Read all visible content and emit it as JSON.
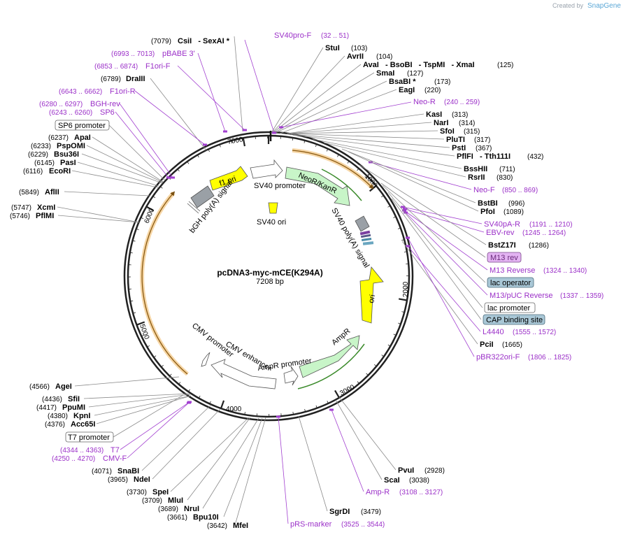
{
  "brand": {
    "created_by": "Created by",
    "product": "SnapGene"
  },
  "plasmid": {
    "name": "pcDNA3-myc-mCE(K294A)",
    "length_label": "7208 bp"
  },
  "ticks": [
    "1000",
    "2000",
    "3000",
    "4000",
    "5000",
    "6000",
    "7000"
  ],
  "right_labels": [
    {
      "name": "StuI",
      "pos": "(103)",
      "kind": "enzyme"
    },
    {
      "name": "AvrII",
      "pos": "(104)",
      "kind": "enzyme"
    },
    {
      "name": "AvaI   - BsoBI   - TspMI   - XmaI",
      "pos": "(125)",
      "kind": "enzyme"
    },
    {
      "name": "SmaI",
      "pos": "(127)",
      "kind": "enzyme"
    },
    {
      "name": "BsaBI *",
      "pos": "(173)",
      "kind": "enzyme"
    },
    {
      "name": "EagI",
      "pos": "(220)",
      "kind": "enzyme"
    },
    {
      "name": "Neo-R",
      "pos": "(240 .. 259)",
      "kind": "primer"
    },
    {
      "name": "KasI",
      "pos": "(313)",
      "kind": "enzyme"
    },
    {
      "name": "NarI",
      "pos": "(314)",
      "kind": "enzyme"
    },
    {
      "name": "SfoI",
      "pos": "(315)",
      "kind": "enzyme"
    },
    {
      "name": "PluTI",
      "pos": "(317)",
      "kind": "enzyme"
    },
    {
      "name": "PstI",
      "pos": "(367)",
      "kind": "enzyme"
    },
    {
      "name": "PflFI   - Tth111I",
      "pos": "(432)",
      "kind": "enzyme"
    },
    {
      "name": "BssHII",
      "pos": "(711)",
      "kind": "enzyme"
    },
    {
      "name": "RsrII",
      "pos": "(830)",
      "kind": "enzyme"
    },
    {
      "name": "Neo-F",
      "pos": "(850 .. 869)",
      "kind": "primer"
    },
    {
      "name": "BstBI",
      "pos": "(996)",
      "kind": "enzyme"
    },
    {
      "name": "PfoI",
      "pos": "(1089)",
      "kind": "enzyme"
    },
    {
      "name": "SV40pA-R",
      "pos": "(1191 .. 1210)",
      "kind": "primer"
    },
    {
      "name": "EBV-rev",
      "pos": "(1245 .. 1264)",
      "kind": "primer"
    },
    {
      "name": "BstZ17I",
      "pos": "(1286)",
      "kind": "enzyme"
    },
    {
      "name": "M13 rev",
      "pos": "",
      "kind": "primer-box"
    },
    {
      "name": "M13 Reverse",
      "pos": "(1324 .. 1340)",
      "kind": "primer"
    },
    {
      "name": "lac operator",
      "pos": "",
      "kind": "feature-box"
    },
    {
      "name": "M13/pUC Reverse",
      "pos": "(1337 .. 1359)",
      "kind": "primer"
    },
    {
      "name": "lac promoter",
      "pos": "",
      "kind": "white-box"
    },
    {
      "name": "CAP binding site",
      "pos": "",
      "kind": "feature-box"
    },
    {
      "name": "L4440",
      "pos": "(1555 .. 1572)",
      "kind": "primer"
    },
    {
      "name": "PciI",
      "pos": "(1665)",
      "kind": "enzyme"
    },
    {
      "name": "pBR322ori-F",
      "pos": "(1806 .. 1825)",
      "kind": "primer"
    },
    {
      "name": "PvuI",
      "pos": "(2928)",
      "kind": "enzyme"
    },
    {
      "name": "ScaI",
      "pos": "(3038)",
      "kind": "enzyme"
    },
    {
      "name": "Amp-R",
      "pos": "(3108 .. 3127)",
      "kind": "primer"
    },
    {
      "name": "SgrDI",
      "pos": "(3479)",
      "kind": "enzyme"
    },
    {
      "name": "pRS-marker",
      "pos": "(3525 .. 3544)",
      "kind": "primer"
    }
  ],
  "left_labels": [
    {
      "name": "SV40pro-F",
      "pos": "(32 .. 51)",
      "kind": "primer"
    },
    {
      "name": "CsiI   - SexAI *",
      "pos": "(7079)",
      "kind": "enzyme"
    },
    {
      "name": "pBABE 3'",
      "pos": "(6993 .. 7013)",
      "kind": "primer"
    },
    {
      "name": "F1ori-F",
      "pos": "(6853 .. 6874)",
      "kind": "primer"
    },
    {
      "name": "DraIII",
      "pos": "(6789)",
      "kind": "enzyme"
    },
    {
      "name": "F1ori-R",
      "pos": "(6643 .. 6662)",
      "kind": "primer"
    },
    {
      "name": "BGH-rev",
      "pos": "(6280 .. 6297)",
      "kind": "primer"
    },
    {
      "name": "SP6",
      "pos": "(6243 .. 6260)",
      "kind": "primer"
    },
    {
      "name": "SP6 promoter",
      "pos": "",
      "kind": "white-box"
    },
    {
      "name": "ApaI",
      "pos": "(6237)",
      "kind": "enzyme"
    },
    {
      "name": "PspOMI",
      "pos": "(6233)",
      "kind": "enzyme"
    },
    {
      "name": "Bsu36I",
      "pos": "(6229)",
      "kind": "enzyme"
    },
    {
      "name": "PasI",
      "pos": "(6145)",
      "kind": "enzyme"
    },
    {
      "name": "EcoRI",
      "pos": "(6116)",
      "kind": "enzyme"
    },
    {
      "name": "AflII",
      "pos": "(5849)",
      "kind": "enzyme"
    },
    {
      "name": "XcmI",
      "pos": "(5747)",
      "kind": "enzyme"
    },
    {
      "name": "PflMI",
      "pos": "(5746)",
      "kind": "enzyme"
    },
    {
      "name": "AgeI",
      "pos": "(4566)",
      "kind": "enzyme"
    },
    {
      "name": "SfiI",
      "pos": "(4436)",
      "kind": "enzyme"
    },
    {
      "name": "PpuMI",
      "pos": "(4417)",
      "kind": "enzyme"
    },
    {
      "name": "KpnI",
      "pos": "(4380)",
      "kind": "enzyme"
    },
    {
      "name": "Acc65I",
      "pos": "(4376)",
      "kind": "enzyme"
    },
    {
      "name": "T7 promoter",
      "pos": "",
      "kind": "white-box"
    },
    {
      "name": "T7",
      "pos": "(4344 .. 4363)",
      "kind": "primer"
    },
    {
      "name": "CMV-F",
      "pos": "(4250 .. 4270)",
      "kind": "primer"
    },
    {
      "name": "SnaBI",
      "pos": "(4071)",
      "kind": "enzyme"
    },
    {
      "name": "NdeI",
      "pos": "(3965)",
      "kind": "enzyme"
    },
    {
      "name": "SpeI",
      "pos": "(3730)",
      "kind": "enzyme"
    },
    {
      "name": "MluI",
      "pos": "(3709)",
      "kind": "enzyme"
    },
    {
      "name": "NruI",
      "pos": "(3689)",
      "kind": "enzyme"
    },
    {
      "name": "Bpu10I",
      "pos": "(3661)",
      "kind": "enzyme"
    },
    {
      "name": "MfeI",
      "pos": "(3642)",
      "kind": "enzyme"
    }
  ],
  "features": {
    "f1_ori": "f1 ori",
    "sv40_promoter": "SV40 promoter",
    "neor_kanr": "NeoR/KanR",
    "bgh_polya": "bGH poly(A) signal",
    "sv40_ori": "SV40 ori",
    "sv40_polya": "SV40 poly(A) signal",
    "ori": "ori",
    "cmv_promoter": "CMV promoter",
    "cmv_enhancer": "CMV enhancer",
    "ampr_promoter": "AmpR promoter",
    "ampr": "AmpR"
  },
  "colors": {
    "primer": "#9b30c8",
    "f1_ori": "#ffff00",
    "ori": "#ffff00",
    "neor": "#c8f5c8",
    "ampr": "#c8f5c8",
    "orf_arc": "#e8a040",
    "feature_box": "#a9c7d6",
    "m13_box": "#e3b3f2"
  }
}
